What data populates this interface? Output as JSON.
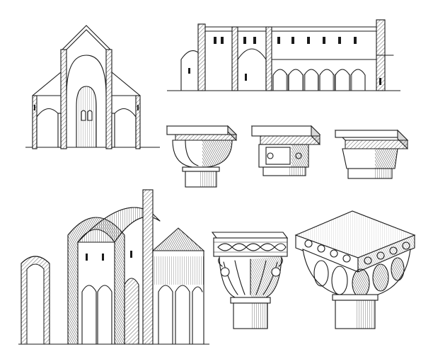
{
  "figures": [
    {
      "id": "transverse-section",
      "icon": "church-cross-section-engraving"
    },
    {
      "id": "longitudinal-section",
      "icon": "nave-longitudinal-section-engraving"
    },
    {
      "id": "cushion-capital",
      "icon": "cushion-capital-engraving"
    },
    {
      "id": "block-capital",
      "icon": "block-capital-engraving"
    },
    {
      "id": "impost-capital",
      "icon": "impost-capital-engraving"
    },
    {
      "id": "vaulted-nave-perspective",
      "icon": "vaulted-nave-engraving"
    },
    {
      "id": "foliate-capital",
      "icon": "foliate-capital-engraving"
    },
    {
      "id": "ornate-capital",
      "icon": "ornate-capital-engraving"
    }
  ],
  "colors": {
    "ink": "#1a1a1a",
    "paper": "#ffffff",
    "shade": "#d9d9d9"
  }
}
